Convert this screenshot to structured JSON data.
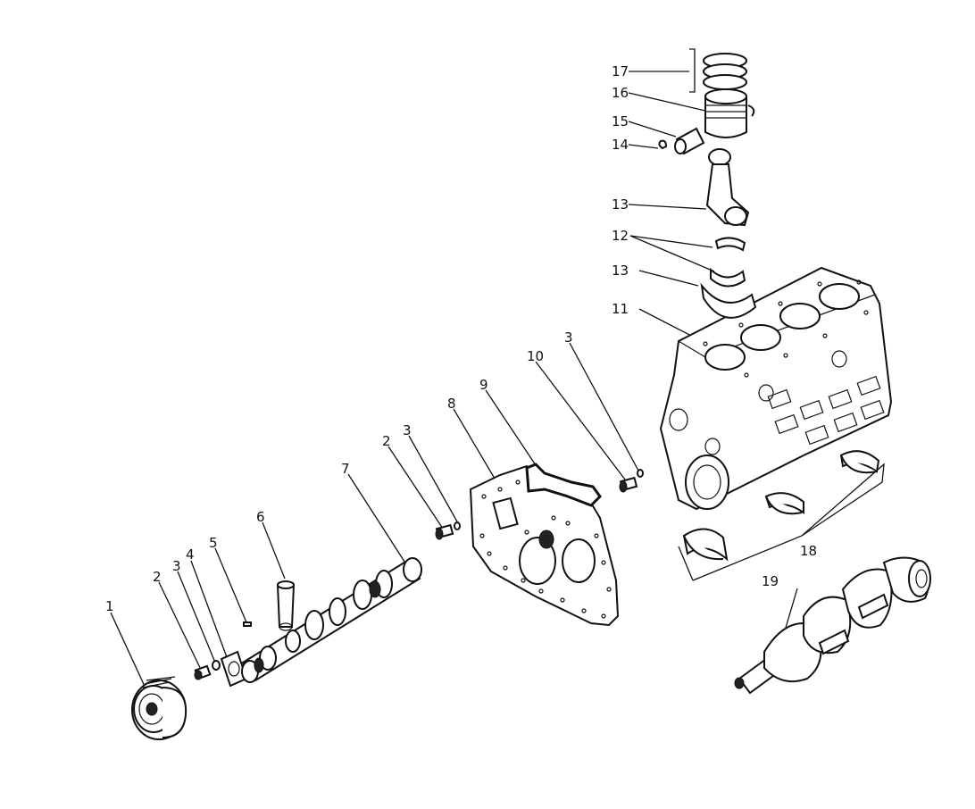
{
  "labels": {
    "c1": "1",
    "c2a": "2",
    "c3a": "3",
    "c4": "4",
    "c5": "5",
    "c6": "6",
    "c7": "7",
    "c2b": "2",
    "c3b": "3",
    "c8": "8",
    "c9": "9",
    "c10": "10",
    "c3c": "3",
    "c11": "11",
    "c12": "12",
    "c13a": "13",
    "c13b": "13",
    "c14": "14",
    "c15": "15",
    "c16": "16",
    "c17": "17",
    "c18": "18",
    "c19": "19"
  }
}
